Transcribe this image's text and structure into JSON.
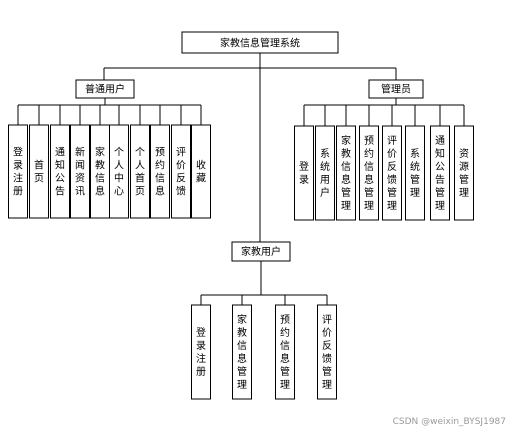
{
  "root": {
    "label": "家教信息管理系统"
  },
  "groups": [
    {
      "key": "user",
      "label": "普通用户",
      "children": [
        "登录注册",
        "首页",
        "通知公告",
        "新闻资讯",
        "家教信息",
        "个人中心",
        "个人首页",
        "预约信息",
        "评价反馈",
        "收藏"
      ]
    },
    {
      "key": "admin",
      "label": "管理员",
      "children": [
        "登录",
        "系统用户",
        "家教信息管理",
        "预约信息管理",
        "评价反馈管理",
        "系统管理",
        "通知公告管理",
        "资源管理"
      ]
    },
    {
      "key": "tutor",
      "label": "家教用户",
      "children": [
        "登录注册",
        "家教信息管理",
        "预约信息管理",
        "评价反馈管理"
      ]
    }
  ],
  "watermark": "CSDN @weixin_BYSJ1987"
}
